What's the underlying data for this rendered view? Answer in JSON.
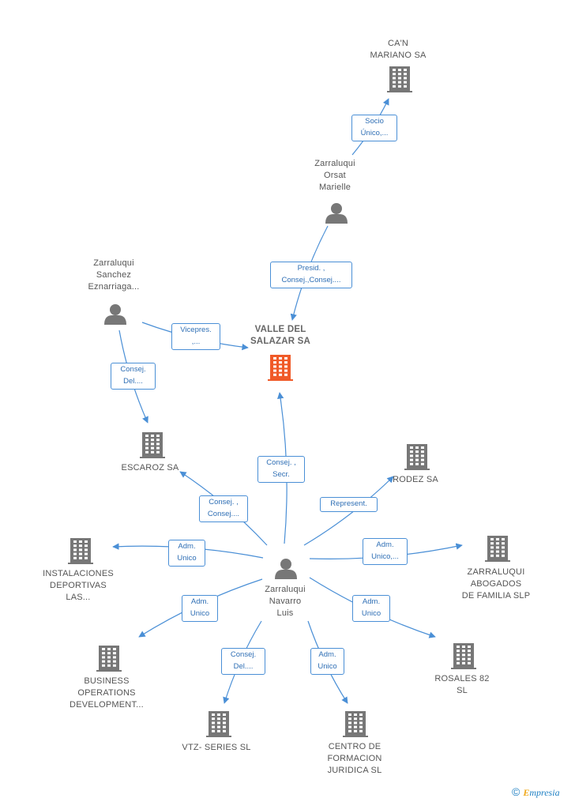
{
  "colors": {
    "edge": "#4a8fd6",
    "node": "#777777",
    "focus": "#f05a28",
    "brand": "#1d7fc3",
    "brand_accent": "#f0a81a"
  },
  "nodes": [
    {
      "id": "valle",
      "type": "company",
      "focus": true,
      "label": "VALLE DEL\nSALAZAR SA"
    },
    {
      "id": "canmariano",
      "type": "company",
      "label": "CA'N\nMARIANO SA"
    },
    {
      "id": "orsat",
      "type": "person",
      "label": "Zarraluqui\nOrsat\nMarielle"
    },
    {
      "id": "sanchez",
      "type": "person",
      "label": "Zarraluqui\nSanchez\nEznarriaga..."
    },
    {
      "id": "escaroz",
      "type": "company",
      "label": "ESCAROZ SA"
    },
    {
      "id": "rodez",
      "type": "company",
      "label": "RODEZ SA"
    },
    {
      "id": "navarro",
      "type": "person",
      "label": "Zarraluqui\nNavarro\nLuis"
    },
    {
      "id": "instalaciones",
      "type": "company",
      "label": "INSTALACIONES\nDEPORTIVAS\nLAS..."
    },
    {
      "id": "abogados",
      "type": "company",
      "label": "ZARRALUQUI\nABOGADOS\nDE FAMILIA  SLP"
    },
    {
      "id": "business",
      "type": "company",
      "label": "BUSINESS\nOPERATIONS\nDEVELOPMENT..."
    },
    {
      "id": "rosales",
      "type": "company",
      "label": "ROSALES 82\nSL"
    },
    {
      "id": "vtz",
      "type": "company",
      "label": "VTZ- SERIES SL"
    },
    {
      "id": "centro",
      "type": "company",
      "label": "CENTRO DE\nFORMACION\nJURIDICA  SL"
    }
  ],
  "edges": [
    {
      "from": "orsat",
      "to": "canmariano",
      "label": "Socio\nÚnico,..."
    },
    {
      "from": "orsat",
      "to": "valle",
      "label": "Presid. ,\nConsej.,Consej...."
    },
    {
      "from": "sanchez",
      "to": "valle",
      "label": "Vicepres.\n,..."
    },
    {
      "from": "sanchez",
      "to": "escaroz",
      "label": "Consej.\nDel...."
    },
    {
      "from": "navarro",
      "to": "valle",
      "label": "Consej. ,\nSecr."
    },
    {
      "from": "navarro",
      "to": "escaroz",
      "label": "Consej. ,\nConsej...."
    },
    {
      "from": "navarro",
      "to": "rodez",
      "label": "Represent."
    },
    {
      "from": "navarro",
      "to": "instalaciones",
      "label": "Adm.\nUnico"
    },
    {
      "from": "navarro",
      "to": "abogados",
      "label": "Adm.\nUnico,..."
    },
    {
      "from": "navarro",
      "to": "business",
      "label": "Adm.\nUnico"
    },
    {
      "from": "navarro",
      "to": "rosales",
      "label": "Adm.\nUnico"
    },
    {
      "from": "navarro",
      "to": "vtz",
      "label": "Consej.\nDel...."
    },
    {
      "from": "navarro",
      "to": "centro",
      "label": "Adm.\nUnico"
    }
  ],
  "brand": {
    "copyright": "©",
    "first": "E",
    "rest": "mpresia"
  }
}
